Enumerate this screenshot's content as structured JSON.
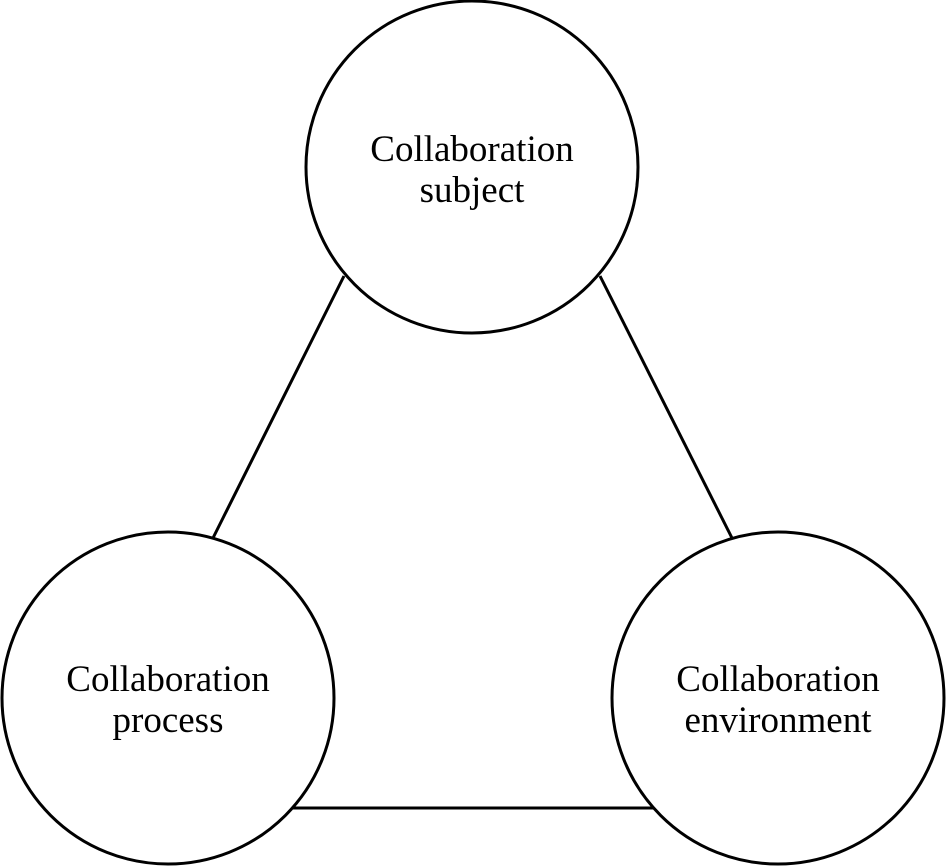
{
  "nodes": [
    {
      "id": "subject",
      "line1": "Collaboration",
      "line2": "subject"
    },
    {
      "id": "process",
      "line1": "Collaboration",
      "line2": "process"
    },
    {
      "id": "environment",
      "line1": "Collaboration",
      "line2": "environment"
    }
  ],
  "edges": [
    {
      "from": "subject",
      "to": "process"
    },
    {
      "from": "subject",
      "to": "environment"
    },
    {
      "from": "process",
      "to": "environment"
    }
  ],
  "colors": {
    "stroke": "#000000",
    "fill": "#ffffff",
    "text": "#000000"
  }
}
